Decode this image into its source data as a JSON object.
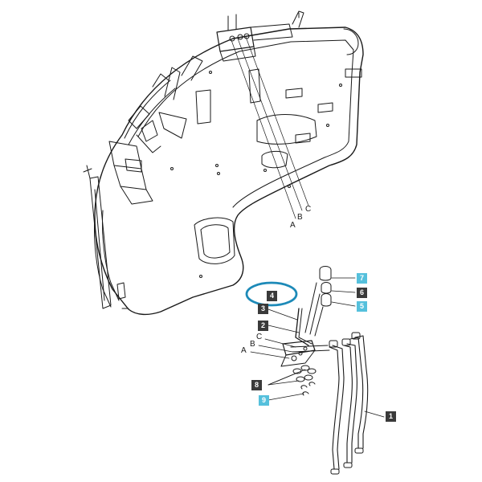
{
  "colors": {
    "line": "#1a1a1a",
    "callout_dark": "#3a3a3a",
    "callout_cyan": "#55c0dc",
    "highlight_ring": "#1d8ab8"
  },
  "callouts": {
    "c1": "1",
    "c2": "2",
    "c3": "3",
    "c4": "4",
    "c5": "5",
    "c6": "6",
    "c7": "7",
    "c8": "8",
    "c9": "9"
  },
  "letters": {
    "upper_a": "A",
    "upper_b": "B",
    "upper_c": "C",
    "lower_a": "A",
    "lower_b": "B",
    "lower_c": "C"
  }
}
